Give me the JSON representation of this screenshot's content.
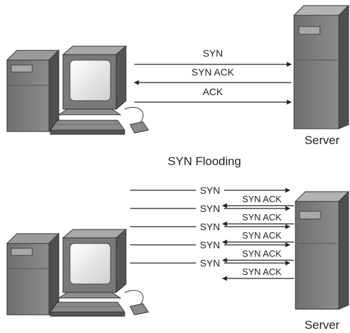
{
  "normal": {
    "messages": [
      "SYN",
      "SYN ACK",
      "ACK"
    ],
    "server_label": "Server"
  },
  "flood": {
    "title": "SYN Flooding",
    "syn_label": "SYN",
    "synack_label": "SYN ACK",
    "server_label": "Server",
    "pairs": 5
  }
}
